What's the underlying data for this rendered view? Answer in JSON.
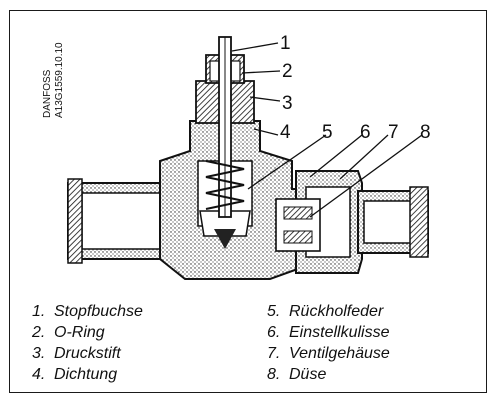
{
  "code_label": "DANFOSS\nA13G1559.10.10",
  "code_line1": "DANFOSS",
  "code_line2": "A13G1559.10.10",
  "callouts": [
    "1",
    "2",
    "3",
    "4",
    "5",
    "6",
    "7",
    "8"
  ],
  "legend": [
    {
      "num": "1.",
      "text": "Stopfbuchse"
    },
    {
      "num": "2.",
      "text": "O-Ring"
    },
    {
      "num": "3.",
      "text": "Druckstift"
    },
    {
      "num": "4.",
      "text": "Dichtung"
    },
    {
      "num": "5.",
      "text": "Rückholfeder"
    },
    {
      "num": "6.",
      "text": "Einstellkulisse"
    },
    {
      "num": "7.",
      "text": "Ventilgehäuse"
    },
    {
      "num": "8.",
      "text": "Düse"
    }
  ]
}
